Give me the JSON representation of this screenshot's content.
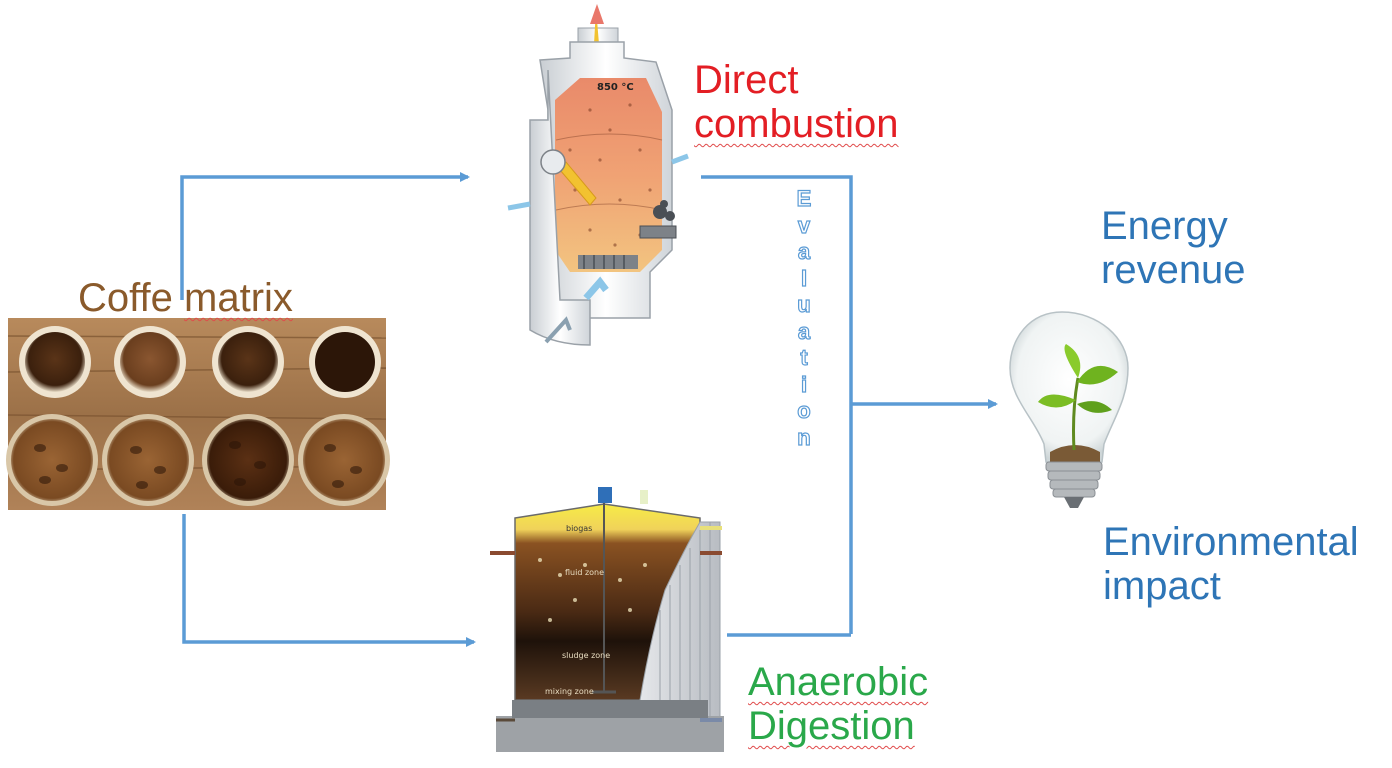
{
  "labels": {
    "coffee_matrix": [
      "Coffe",
      "matrix"
    ],
    "direct_combustion": [
      "Direct",
      "combustion"
    ],
    "anaerobic_digestion": [
      "Anaerobic",
      "Digestion"
    ],
    "evaluation": "Evaluation",
    "energy_revenue": [
      "Energy",
      "revenue"
    ],
    "environmental_impact": [
      "Environmental",
      "impact"
    ]
  },
  "reactor_texts": {
    "temperature": "850 °C",
    "biogas": "biogas",
    "fluid_zone": "fluid zone",
    "sludge_zone": "sludge zone",
    "mixing_zone": "mixing zone"
  },
  "colors": {
    "arrow": "#5b9bd5",
    "coffee": "#8a5a2b",
    "combustion": "#e31e24",
    "digestion": "#2aa84a",
    "outcome": "#2e75b6"
  }
}
